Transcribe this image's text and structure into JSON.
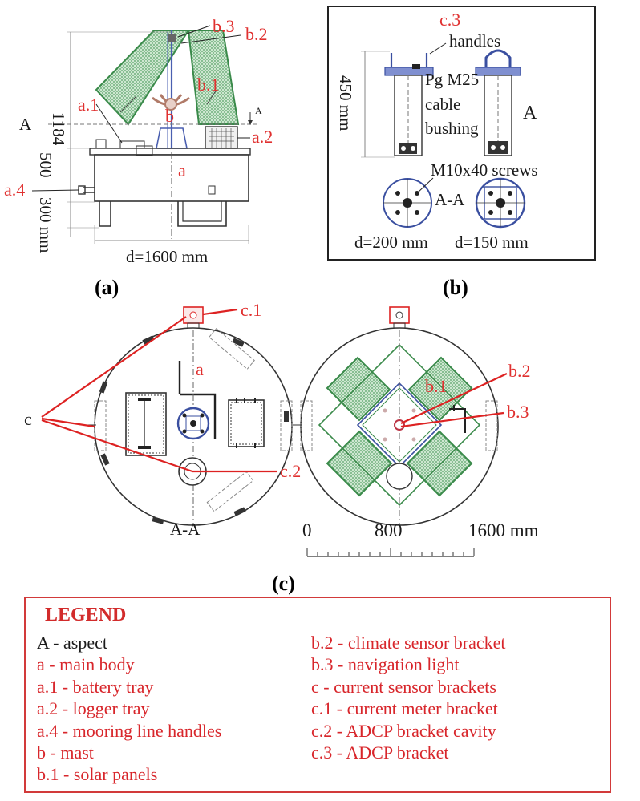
{
  "panel_a": {
    "letter": "a",
    "labels": {
      "b3": "b.3",
      "b2": "b.2",
      "b1": "b.1",
      "a1": "a.1",
      "a2": "a.2",
      "a4": "a.4",
      "a": "a",
      "b": "b",
      "A": "A",
      "A_small": "A"
    },
    "dims": {
      "h1184": "1184",
      "h500": "500",
      "h300": "300 mm",
      "d": "d=1600 mm"
    }
  },
  "panel_b": {
    "letter": "b",
    "labels": {
      "c3": "c.3",
      "handles": "handles",
      "pg1": "Pg M25",
      "pg2": "cable",
      "pg3": "bushing",
      "A": "A",
      "screws": "M10x40 screws",
      "AA": "A-A"
    },
    "dims": {
      "h450": "450 mm",
      "d200": "d=200 mm",
      "d150": "d=150 mm"
    }
  },
  "panel_c": {
    "letter": "c",
    "labels": {
      "c1": "c.1",
      "c": "c",
      "a": "a",
      "c2": "c.2",
      "AA": "A-A",
      "b1": "b.1",
      "b2": "b.2",
      "b3": "b.3"
    },
    "scale": {
      "s0": "0",
      "s800": "800",
      "s1600": "1600 mm"
    }
  },
  "legend": {
    "title": "LEGEND",
    "left": [
      {
        "text": "A - aspect",
        "color": "black"
      },
      {
        "text": "a - main body",
        "color": "red"
      },
      {
        "text": "a.1 - battery tray",
        "color": "red"
      },
      {
        "text": "a.2 - logger tray",
        "color": "red"
      },
      {
        "text": "a.4 - mooring line handles",
        "color": "red"
      },
      {
        "text": "b - mast",
        "color": "red"
      },
      {
        "text": "b.1 - solar panels",
        "color": "red"
      }
    ],
    "right": [
      {
        "text": "b.2 - climate sensor bracket",
        "color": "red"
      },
      {
        "text": "b.3 - navigation light",
        "color": "red"
      },
      {
        "text": "c - current sensor brackets",
        "color": "red"
      },
      {
        "text": "c.1 - current meter bracket",
        "color": "red"
      },
      {
        "text": "c.2 - ADCP bracket cavity",
        "color": "red"
      },
      {
        "text": "c.3 - ADCP bracket",
        "color": "red"
      }
    ]
  },
  "colors": {
    "annotation": "#e0302f",
    "panel_fill": "#cfe8d2",
    "panel_stroke": "#3a8a4a",
    "bracket_blue": "#3a4fa0",
    "frame_red": "#d23a3a"
  }
}
